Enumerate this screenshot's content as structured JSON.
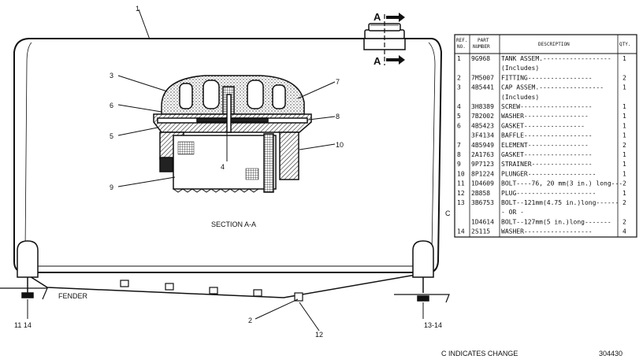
{
  "callouts": {
    "c1": "1",
    "c2": "2",
    "c3": "3",
    "c4": "4",
    "c5": "5",
    "c6": "6",
    "c7": "7",
    "c8": "8",
    "c9": "9",
    "c10": "10",
    "c12": "12",
    "c1114": "11 14",
    "c1314": "13-14"
  },
  "section_marker": "A",
  "section_label": "SECTION A-A",
  "fender_label": "FENDER",
  "footer": {
    "change_note": "C INDICATES CHANGE",
    "drawing_number": "304430"
  },
  "parts_table": {
    "headers": {
      "ref": "REF.",
      "no": "NO.",
      "part": "PART",
      "number": "NUMBER",
      "desc": "DESCRIPTION",
      "qty": "QTY."
    },
    "rows": [
      {
        "ref": "1",
        "part": "9G968",
        "desc": "TANK ASSEM.------------------",
        "qty": "1"
      },
      {
        "ref": "",
        "part": "",
        "desc": "(Includes)",
        "qty": ""
      },
      {
        "ref": "2",
        "part": "7M5007",
        "desc": "FITTING-----------------",
        "qty": "2"
      },
      {
        "ref": "3",
        "part": "4B5441",
        "desc": "CAP ASSEM.-----------------",
        "qty": "1"
      },
      {
        "ref": "",
        "part": "",
        "desc": "(Includes)",
        "qty": ""
      },
      {
        "ref": "4",
        "part": "3H8389",
        "desc": "SCREW-------------------",
        "qty": "1"
      },
      {
        "ref": "5",
        "part": "7B2002",
        "desc": "WASHER-----------------",
        "qty": "1"
      },
      {
        "ref": "6",
        "part": "4B5423",
        "desc": "GASKET----------------",
        "qty": "1"
      },
      {
        "ref": "",
        "part": "3F4134",
        "desc": "BAFFLE------------------",
        "qty": "1"
      },
      {
        "ref": "7",
        "part": "4B5949",
        "desc": "ELEMENT----------------",
        "qty": "2"
      },
      {
        "ref": "8",
        "part": "2A1763",
        "desc": "GASKET------------------",
        "qty": "1"
      },
      {
        "ref": "9",
        "part": "9P7123",
        "desc": "STRAINER----------------",
        "qty": "1"
      },
      {
        "ref": "10",
        "part": "8P1224",
        "desc": "PLUNGER------------------",
        "qty": "1"
      },
      {
        "ref": "11",
        "part": "1D4609",
        "desc": "BOLT----76, 20 mm(3 in.) long---",
        "qty": "2"
      },
      {
        "ref": "12",
        "part": "2B858",
        "desc": "PLUG---------------------",
        "qty": "1"
      },
      {
        "ref": "13",
        "part": "3B6753",
        "desc": "BOLT--121mm(4.75 in.)long------",
        "qty": "2"
      },
      {
        "ref": "",
        "part": "",
        "desc": "- OR -",
        "qty": ""
      },
      {
        "ref": "",
        "part": "1D4614",
        "desc": "BOLT--127mm(5 in.)long-------",
        "qty": "2"
      },
      {
        "ref": "14",
        "part": "2S115",
        "desc": "WASHER------------------",
        "qty": "4"
      }
    ],
    "change_marker": "C"
  }
}
